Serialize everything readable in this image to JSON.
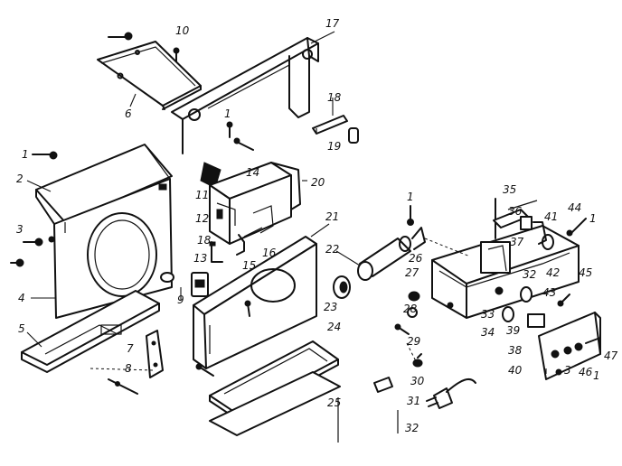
{
  "callouts": {
    "c1": "1",
    "c2": "2",
    "c3": "3",
    "c4": "4",
    "c5": "5",
    "c6": "6",
    "c7": "7",
    "c8": "8",
    "c9": "9",
    "c10": "10",
    "c11": "11",
    "c12": "1",
    "c13": "13",
    "c14": "14",
    "c15": "15",
    "c16": "16",
    "c17": "17",
    "c18": "18",
    "c19": "19",
    "c20": "20",
    "c21": "21",
    "c22": "22",
    "c23": "23",
    "c24": "24",
    "c25": "25",
    "c26": "26",
    "c27": "27",
    "c28": "28",
    "c29": "29",
    "c30": "30",
    "c31": "31",
    "c32": "32",
    "c33": "33",
    "c34": "34",
    "c35": "35",
    "c36": "36",
    "c37": "37",
    "c38": "38",
    "c39": "39",
    "c40": "40",
    "c41": "41",
    "c42": "42",
    "c43": "43",
    "c44": "44",
    "c45": "45",
    "c46": "46",
    "c47": "47",
    "c48": "1",
    "c49": "1",
    "c50": "3",
    "c51": "12",
    "c52": "1",
    "c53": "32",
    "c54": "18"
  }
}
